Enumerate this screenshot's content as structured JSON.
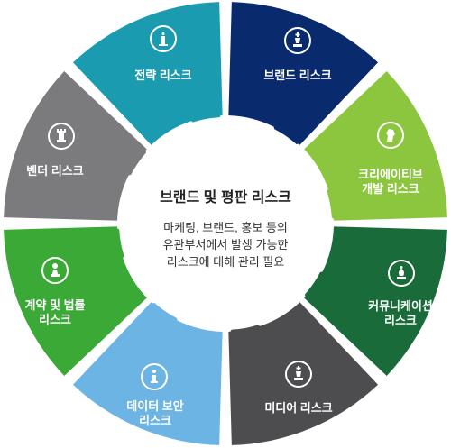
{
  "center": {
    "title": "브랜드 및 평판 리스크",
    "body": "마케팅, 브랜드, 홍보 등의\n유관부서에서 발생 가능한\n리스크에 대해 관리 필요"
  },
  "segments": [
    {
      "id": "strategy",
      "label": "전략 리스크",
      "color": "#0a2a6e",
      "icon": "candle-icon"
    },
    {
      "id": "brand",
      "label": "브랜드 리스크",
      "color": "#8cc63f",
      "icon": "king-chess-icon"
    },
    {
      "id": "creative",
      "label": "크리에이티브\n개발 리스크",
      "color": "#1a6b3a",
      "icon": "knight-chess-icon"
    },
    {
      "id": "communication",
      "label": "커뮤니케이션\n리스크",
      "color": "#4d4d4f",
      "icon": "bishop-chess-icon"
    },
    {
      "id": "media",
      "label": "미디어 리스크",
      "color": "#6cb4e4",
      "icon": "king-chess-icon"
    },
    {
      "id": "data-security",
      "label": "데이터 보안\n리스크",
      "color": "#3aa935",
      "icon": "info-icon"
    },
    {
      "id": "contract-law",
      "label": "계약 및 법률\n리스크",
      "color": "#7b7b7d",
      "icon": "pawn-chess-icon"
    },
    {
      "id": "vendor",
      "label": "벤더 리스크",
      "color": "#1b9bb0",
      "icon": "rook-chess-icon"
    }
  ]
}
